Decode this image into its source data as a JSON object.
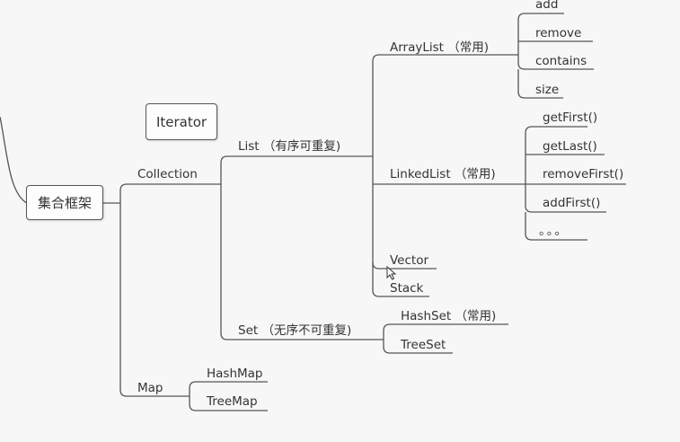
{
  "root": {
    "label": "集合框架"
  },
  "iterator": {
    "label": "Iterator"
  },
  "collection": {
    "label": "Collection"
  },
  "list": {
    "label": "List  （有序可重复)"
  },
  "arraylist": {
    "label": "ArrayList  （常用)"
  },
  "arraylist_methods": [
    "add",
    "remove",
    "contains",
    "size"
  ],
  "linkedlist": {
    "label": "LinkedList  （常用)"
  },
  "linkedlist_methods": [
    "getFirst()",
    "getLast()",
    "removeFirst()",
    "addFirst()",
    "。。。"
  ],
  "vector": {
    "label": "Vector"
  },
  "stack": {
    "label": "Stack"
  },
  "set": {
    "label": "Set  （无序不可重复)"
  },
  "hashset": {
    "label": "HashSet  （常用)"
  },
  "treeset": {
    "label": "TreeSet"
  },
  "map": {
    "label": "Map"
  },
  "hashmap": {
    "label": "HashMap"
  },
  "treemap": {
    "label": "TreeMap"
  },
  "colors": {
    "line": "#555555",
    "text": "#333333",
    "background": "#f7f7f7"
  }
}
